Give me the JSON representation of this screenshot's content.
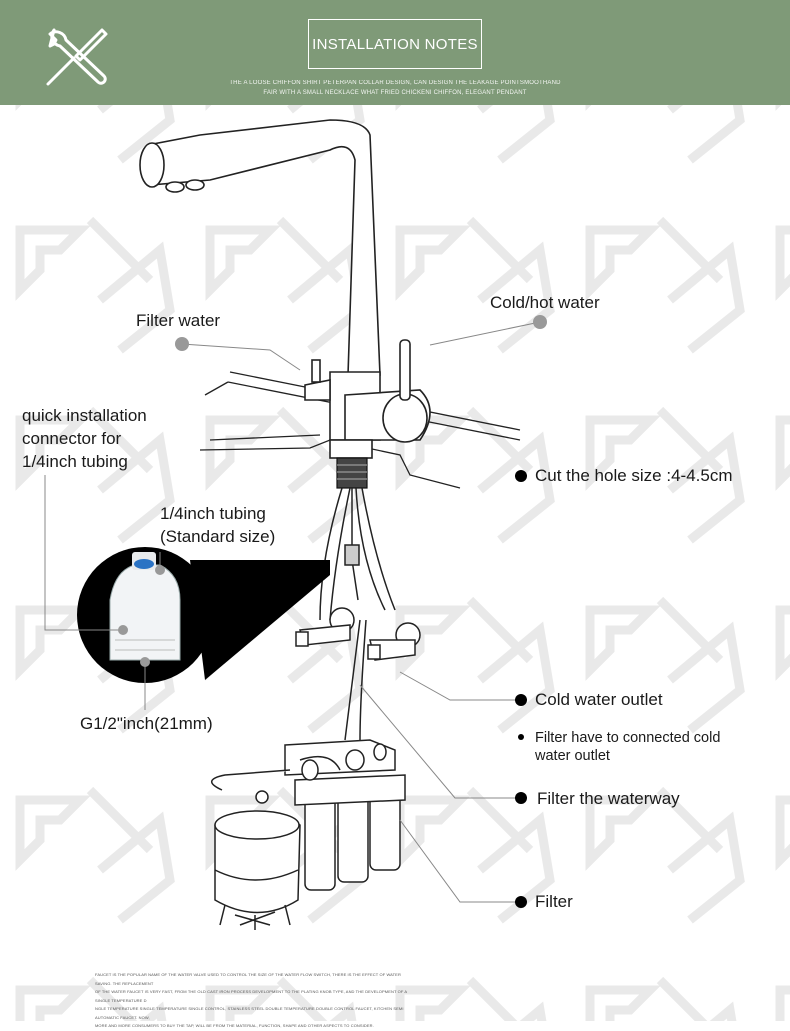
{
  "header": {
    "title": "INSTALLATION NOTES",
    "subtitle_line1": "THE A LOOSE CHIFFON SHIRT PETERPAN COLLAR DESIGN, CAN DESIGN THE LEAKAGE POINTSMOOTHAND",
    "subtitle_line2": "FAIR WITH A SMALL NECKLACE WHAT FRIED CHICKENI CHIFFON, ELEGANT PENDANT",
    "icon": "wrench-screwdriver-icon",
    "background_color": "#7f9a78"
  },
  "labels": {
    "filter_water": "Filter water",
    "cold_hot_water": "Cold/hot water",
    "quick_line1": "quick installation",
    "quick_line2": "connector for",
    "quick_line3": "1/4inch tubing",
    "tubing_line1": "1/4inch tubing",
    "tubing_line2": "(Standard size)",
    "g_thread": "G1/2\"inch(21mm)",
    "cut_hole": "Cut the hole size :4-4.5cm",
    "cold_outlet": "Cold water outlet",
    "note_line1": "Filter have to connected cold",
    "note_line2": "water outlet",
    "filter_waterway": "Filter the waterway",
    "filter": "Filter"
  },
  "footer": {
    "line1": "FAUCET IS THE POPULAR NAME OF THE WATER VALVE USED TO CONTROL THE SIZE OF THE WATER FLOW SWITCH, THERE IS THE EFFECT OF WATER SAVING. THE REPLACEMENT",
    "line2": "OF THE WATER FAUCET IS VERY FAST, FROM THE OLD CAST IRON PROCESS DEVELOPMENT TO THE PLATING KNOB TYPE, AND THE DEVELOPMENT OF A SINGLE TEMPERATURE D",
    "line3": "NGLE TEMPERATURE SINGLE TEMPERATURE SINGLE CONTROL, STAINLESS STEEL DOUBLE TEMPERATURE DOUBLE CONTROL FAUCET, KITCHEN SEMI AUTOMATIC FAUCET. NOW,",
    "line4": "MORE AND MORE CONSUMERS TO BUY THE TAP, WILL BE FROM THE MATERIAL, FUNCTION, SHAPE AND OTHER ASPECTS TO CONSIDER."
  }
}
